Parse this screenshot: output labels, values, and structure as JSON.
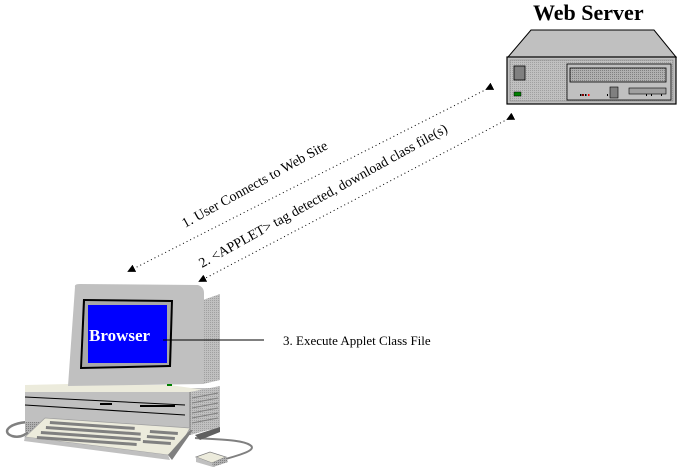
{
  "server": {
    "title": "Web Server"
  },
  "client": {
    "screen_label": "Browser",
    "screen_color": "#0000ff"
  },
  "steps": [
    {
      "number": 1,
      "label": "1. User Connects to Web Site"
    },
    {
      "number": 2,
      "label": "2. <APPLET> tag detected, download class file(s)"
    },
    {
      "number": 3,
      "label": "3. Execute Applet Class File"
    }
  ],
  "colors": {
    "case_light": "#c0c0c0",
    "case_mid": "#a8a8a8",
    "case_dark": "#808080",
    "keyboard": "#ecebdc",
    "led_green": "#008000",
    "led_red": "#ff0000"
  }
}
